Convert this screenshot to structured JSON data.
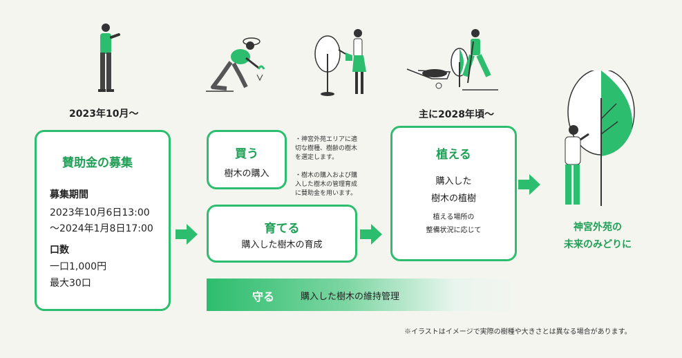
{
  "timeline": {
    "start_label": "2023年10月〜",
    "plant_label": "主に2028年頃〜"
  },
  "fundraise": {
    "title": "賛助金の募集",
    "period_label": "募集期間",
    "period_start": "2023年10月6日13:00",
    "period_end": "〜2024年1月8日17:00",
    "units_label": "口数",
    "unit_price": "一口1,000円",
    "max_units": "最大30口"
  },
  "buy": {
    "title": "買う",
    "desc": "樹木の購入",
    "notes": [
      "・神宮外苑エリアに適",
      "切な樹種、樹齢の樹木",
      "を選定します。",
      "",
      "・樹木の購入および購",
      "入した樹木の管理育成",
      "に賛助金を用います。"
    ]
  },
  "grow": {
    "title": "育てる",
    "desc": "購入した樹木の育成"
  },
  "plant": {
    "title": "植える",
    "desc_line1": "購入した",
    "desc_line2": "樹木の植樹",
    "note_line1": "植える場所の",
    "note_line2": "整備状況に応じて"
  },
  "protect": {
    "title": "守る",
    "desc": "購入した樹木の維持管理"
  },
  "goal": {
    "line1": "神宮外苑の",
    "line2": "未来のみどりに"
  },
  "footnote": "※イラストはイメージで実際の樹種や大きさとは異なる場合があります。",
  "colors": {
    "accent": "#2dbd6e",
    "accent_dark": "#1f9f55",
    "background": "#f4f5ef"
  },
  "icons": [
    "person-pointing-illustration",
    "gardener-kneeling-illustration",
    "watering-tree-illustration",
    "wheelbarrow-planting-illustration",
    "person-with-tree-illustration"
  ]
}
